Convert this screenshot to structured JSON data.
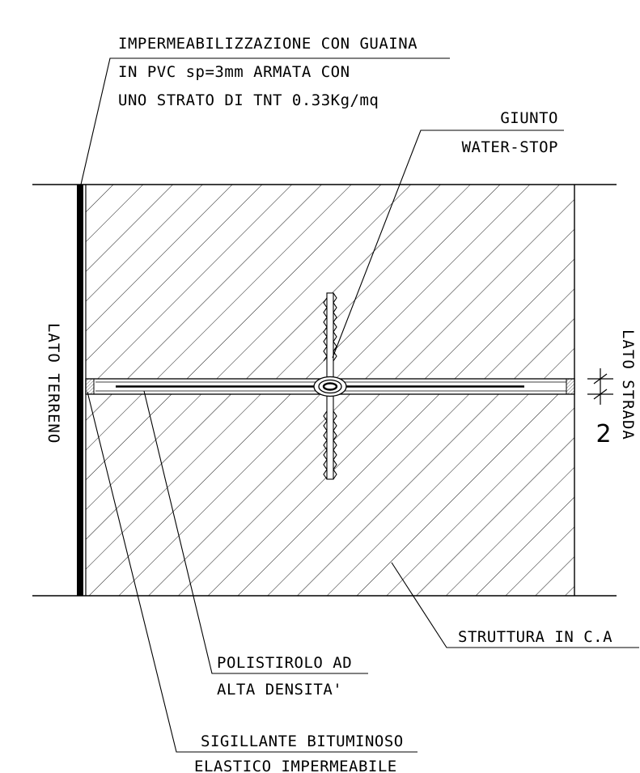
{
  "labels": {
    "membrane_line1": "IMPERMEABILIZZAZIONE CON GUAINA",
    "membrane_line2": "IN PVC sp=3mm ARMATA CON",
    "membrane_line3": "UNO STRATO DI TNT 0.33Kg/mq",
    "giunto_line1": "GIUNTO",
    "giunto_line2": "WATER-STOP",
    "lato_terreno": "LATO TERRENO",
    "lato_strada": "LATO STRADA",
    "dimension": "2",
    "struttura": "STRUTTURA IN C.A",
    "polistirolo_line1": "POLISTIROLO AD",
    "polistirolo_line2": "ALTA DENSITA'",
    "sigillante_line1": "SIGILLANTE BITUMINOSO",
    "sigillante_line2": "ELASTICO IMPERMEABILE"
  }
}
